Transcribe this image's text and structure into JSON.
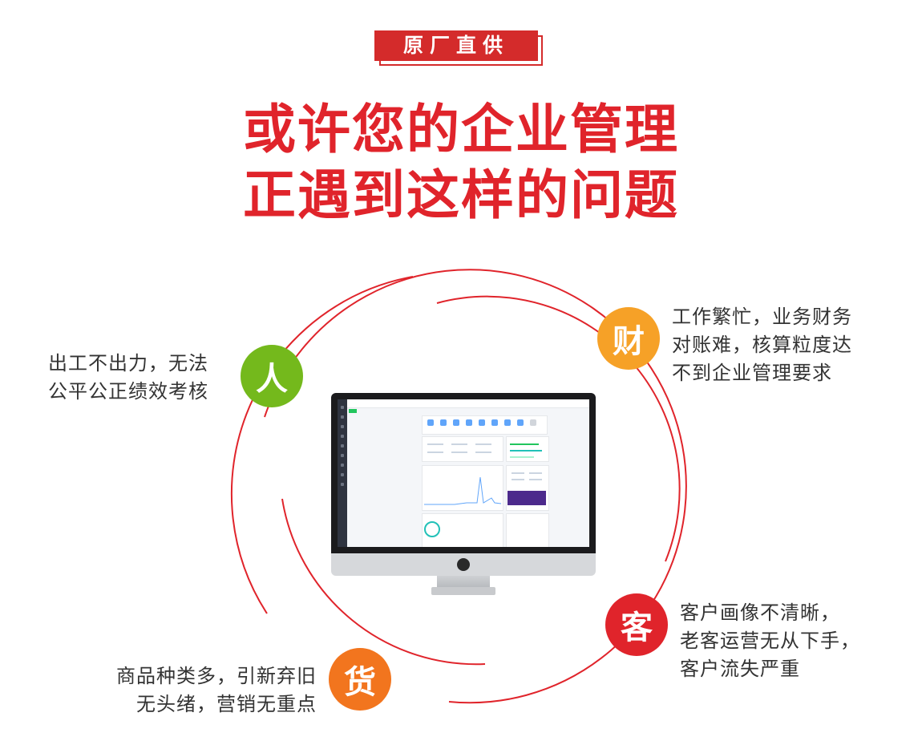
{
  "badge": {
    "label": "原厂直供"
  },
  "headline": {
    "line1": "或许您的企业管理",
    "line2": "正遇到这样的问题"
  },
  "colors": {
    "red": "#e0242b",
    "green": "#74b91c",
    "yellow": "#f6a127",
    "orange": "#f2751e",
    "text": "#333333"
  },
  "issues": {
    "people": {
      "icon_char": "人",
      "line1": "出工不出力，无法",
      "line2": "公平公正绩效考核"
    },
    "finance": {
      "icon_char": "财",
      "line1": "工作繁忙，业务财务",
      "line2": "对账难，核算粒度达",
      "line3": "不到企业管理要求"
    },
    "customer": {
      "icon_char": "客",
      "line1": "客户画像不清晰，",
      "line2": "老客运营无从下手，",
      "line3": "客户流失严重"
    },
    "goods": {
      "icon_char": "货",
      "line1": "商品种类多，引新弃旧",
      "line2": "无头绪，营销无重点"
    }
  }
}
